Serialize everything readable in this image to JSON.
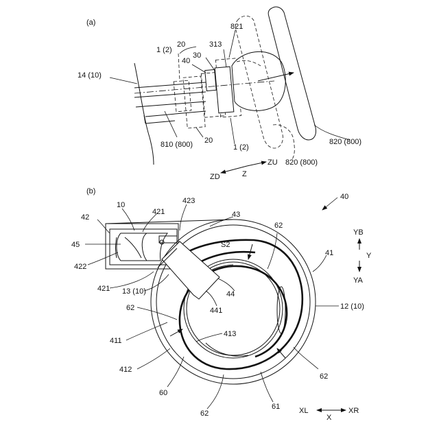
{
  "figure_a": {
    "panel_label": "(a)",
    "labels": {
      "l_821": "821",
      "l_20_top": "20",
      "l_1_2_top": "1 (2)",
      "l_313": "313",
      "l_30": "30",
      "l_40": "40",
      "l_14_10": "14 (10)",
      "l_810_800": "810 (800)",
      "l_20_bottom": "20",
      "l_1_2_bottom": "1 (2)",
      "l_820_800_right": "820 (800)",
      "l_820_800_bottom": "820 (800)"
    },
    "axis": {
      "zd": "ZD",
      "z": "Z",
      "zu": "ZU"
    }
  },
  "figure_b": {
    "panel_label": "(b)",
    "labels": {
      "l_40": "40",
      "l_10": "10",
      "l_421_top": "421",
      "l_423": "423",
      "l_42": "42",
      "l_43": "43",
      "l_62_top": "62",
      "l_45": "45",
      "l_s2": "S2",
      "l_422": "422",
      "l_41": "41",
      "l_421_bottom": "421",
      "l_13_10": "13 (10)",
      "l_44": "44",
      "l_441": "441",
      "l_12_10": "12 (10)",
      "l_62_left": "62",
      "l_413": "413",
      "l_411": "411",
      "l_412": "412",
      "l_62_right": "62",
      "l_60": "60",
      "l_62_bottom": "62",
      "l_61": "61"
    },
    "axis_y": {
      "yb": "YB",
      "y": "Y",
      "ya": "YA"
    },
    "axis_x": {
      "xl": "XL",
      "x": "X",
      "xr": "XR"
    }
  }
}
